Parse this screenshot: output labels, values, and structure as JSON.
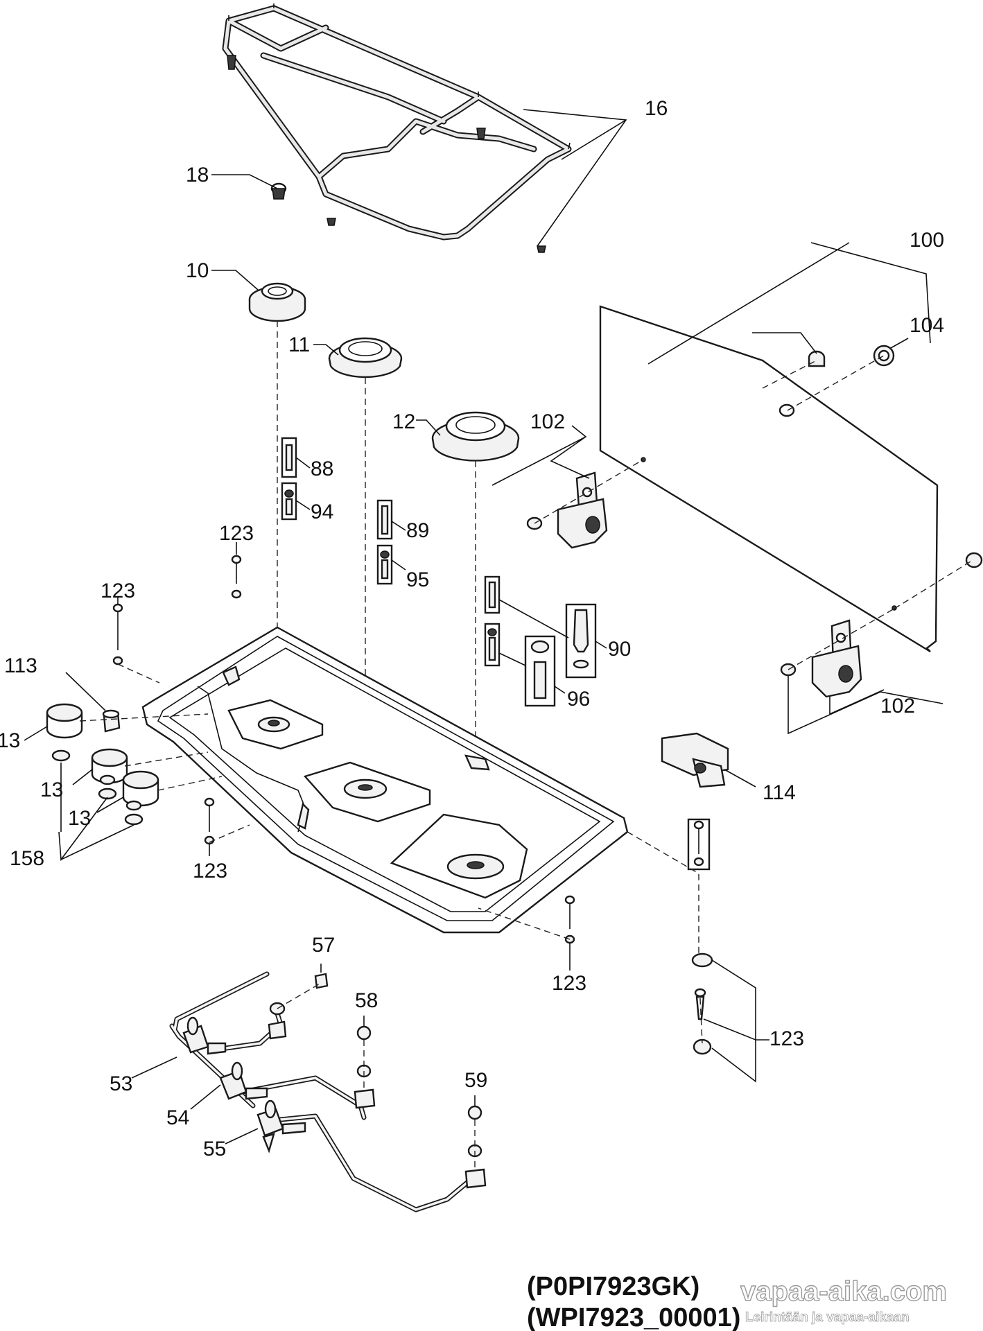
{
  "diagram": {
    "part_numbers": {
      "grate_support": "16",
      "grate_foot": "18",
      "burner_auxiliary": "10",
      "burner_semi_rapid": "11",
      "burner_rapid": "12",
      "glass_lid": "100",
      "lid_bumper": "104",
      "lid_hinge_right": "102",
      "lid_hinge_lower": "102",
      "thermocouple_1": "88",
      "thermocouple_2": "89",
      "thermocouple_3": "90",
      "ignition_plug_1": "94",
      "ignition_plug_2": "95",
      "ignition_plug_3": "96",
      "screw_rear": "123",
      "screw_left": "123",
      "screw_front": "123",
      "screw_bottom": "123",
      "screw_right": "123",
      "knob_microswitch": "113",
      "knob_1": "13",
      "knob_2": "13",
      "knob_3": "13",
      "knob_ring": "158",
      "ignition_module": "114",
      "injector_1": "57",
      "injector_2": "58",
      "injector_3": "59",
      "gas_tap_1": "53",
      "gas_tap_2": "54",
      "gas_tap_3": "55"
    },
    "model_code": "(P0PI7923GK)",
    "drawing_code": "(WPI7923_00001)"
  },
  "watermark": {
    "site": "vapaa-aika.com",
    "tagline": "Leirintään ja vapaa-aikaan"
  }
}
